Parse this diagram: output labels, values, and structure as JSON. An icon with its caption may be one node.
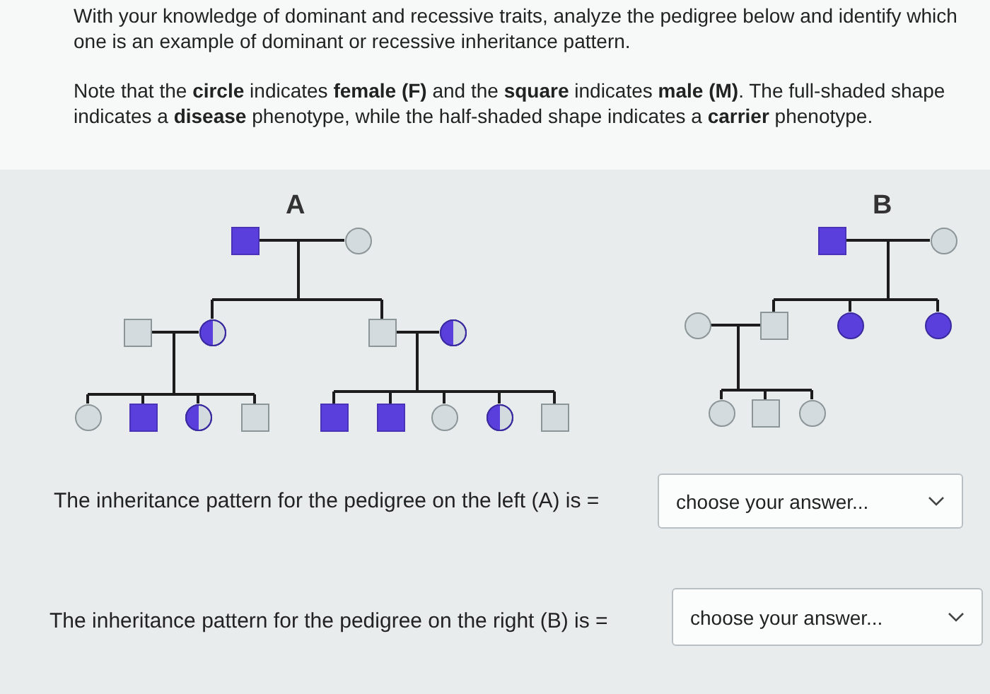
{
  "diagram": {
    "nodes": [
      {
        "text": [],
        "shape": "box"
      },
      {
        "text": [],
        "shape": "circle"
      },
      {
        "text": [],
        "shape": "box"
      },
      {
        "text": [],
        "shape": "circle"
      },
      {
        "text": [],
        "shape": "box"
      },
      {
        "text": [],
        "shape": "circle"
      },
      {
        "text": [],
        "shape": "circle"
      },
      {
        "text": [],
        "shape": "box"
      },
      {
        "text": [],
        "shape": "circle"
      },
      {
        "text": [],
        "shape": "box"
      },
      {
        "text": [],
        "shape": "box"
      },
      {
        "text": [],
        "shape": "box"
      },
      {
        "text": [],
        "shape": "circle"
      },
      {
        "text": [],
        "shape": "circle"
      },
      {
        "text": [],
        "shape": "box"
      },
      {
        "text": [],
        "shape": "box"
      },
      {
        "text": [],
        "shape": "circle"
      },
      {
        "text": [],
        "shape": "circle"
      },
      {
        "text": [],
        "shape": "box"
      },
      {
        "text": [],
        "shape": "circle"
      },
      {
        "text": [],
        "shape": "circle"
      },
      {
        "text": [],
        "shape": "circle"
      },
      {
        "text": [],
        "shape": "box"
      },
      {
        "text": [],
        "shape": "circle"
      }
    ],
    "edges": [
      {
        "from": 0,
        "to": 1,
        "arrow": "none"
      },
      {
        "from": 0,
        "to": 3,
        "arrow": "none"
      },
      {
        "from": 1,
        "to": 3,
        "arrow": "none"
      },
      {
        "from": 0,
        "to": 4,
        "arrow": "none"
      },
      {
        "from": 1,
        "to": 4,
        "arrow": "none"
      },
      {
        "from": 2,
        "to": 3,
        "arrow": "none"
      },
      {
        "from": 4,
        "to": 5,
        "arrow": "none"
      },
      {
        "from": 2,
        "to": 6,
        "arrow": "none"
      },
      {
        "from": 3,
        "to": 6,
        "arrow": "none"
      },
      {
        "from": 2,
        "to": 7,
        "arrow": "none"
      },
      {
        "from": 3,
        "to": 7,
        "arrow": "none"
      },
      {
        "from": 2,
        "to": 8,
        "arrow": "none"
      },
      {
        "from": 3,
        "to": 8,
        "arrow": "none"
      },
      {
        "from": 2,
        "to": 9,
        "arrow": "none"
      },
      {
        "from": 3,
        "to": 9,
        "arrow": "none"
      },
      {
        "from": 4,
        "to": 10,
        "arrow": "none"
      },
      {
        "from": 5,
        "to": 10,
        "arrow": "none"
      },
      {
        "from": 4,
        "to": 11,
        "arrow": "none"
      },
      {
        "from": 5,
        "to": 11,
        "arrow": "none"
      },
      {
        "from": 4,
        "to": 12,
        "arrow": "none"
      },
      {
        "from": 5,
        "to": 12,
        "arrow": "none"
      },
      {
        "from": 4,
        "to": 13,
        "arrow": "none"
      },
      {
        "from": 5,
        "to": 13,
        "arrow": "none"
      },
      {
        "from": 4,
        "to": 14,
        "arrow": "none"
      },
      {
        "from": 5,
        "to": 14,
        "arrow": "none"
      },
      {
        "from": 15,
        "to": 16,
        "arrow": "none"
      },
      {
        "from": 15,
        "to": 18,
        "arrow": "none"
      },
      {
        "from": 16,
        "to": 18,
        "arrow": "none"
      },
      {
        "from": 15,
        "to": 19,
        "arrow": "none"
      },
      {
        "from": 16,
        "to": 19,
        "arrow": "none"
      },
      {
        "from": 15,
        "to": 20,
        "arrow": "none"
      },
      {
        "from": 16,
        "to": 20,
        "arrow": "none"
      },
      {
        "from": 17,
        "to": 18,
        "arrow": "none"
      },
      {
        "from": 17,
        "to": 21,
        "arrow": "none"
      },
      {
        "from": 18,
        "to": 21,
        "arrow": "none"
      },
      {
        "from": 17,
        "to": 22,
        "arrow": "none"
      },
      {
        "from": 18,
        "to": 22,
        "arrow": "none"
      },
      {
        "from": 17,
        "to": 23,
        "arrow": "none"
      },
      {
        "from": 18,
        "to": 23,
        "arrow": "none"
      }
    ],
    "labels": [
      "With your knowledge of dominant and recessive traits, analyze the pedigree below and identify which one is an example of dominant or recessive inheritance pattern.",
      "Note that the **circle** indicates **female (F)** and the **square** indicates **male (M)**. The full-shaded shape indicates a **disease** phenotype, while the half-shaded shape indicates a **carrier** phenotype.",
      "A",
      "B",
      "The inheritance pattern for the pedigree on the left (A) is =",
      "choose your answer...",
      "The inheritance pattern for the pedigree on the right (B) is =",
      "choose your answer..."
    ]
  }
}
